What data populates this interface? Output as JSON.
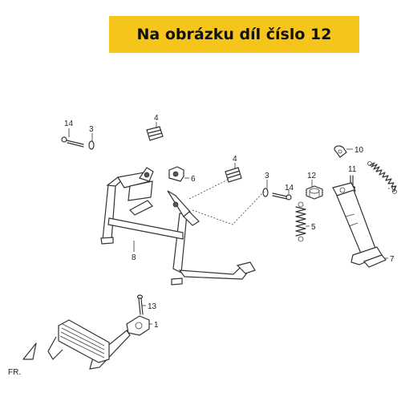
{
  "banner": {
    "text": "Na obrázku díl číslo 12",
    "bg": "#f5c51c"
  },
  "callouts": [
    "14",
    "3",
    "4",
    "6",
    "4",
    "3",
    "14",
    "12",
    "10",
    "11",
    "9",
    "5",
    "7",
    "8",
    "13",
    "1"
  ],
  "front_label": "FR."
}
